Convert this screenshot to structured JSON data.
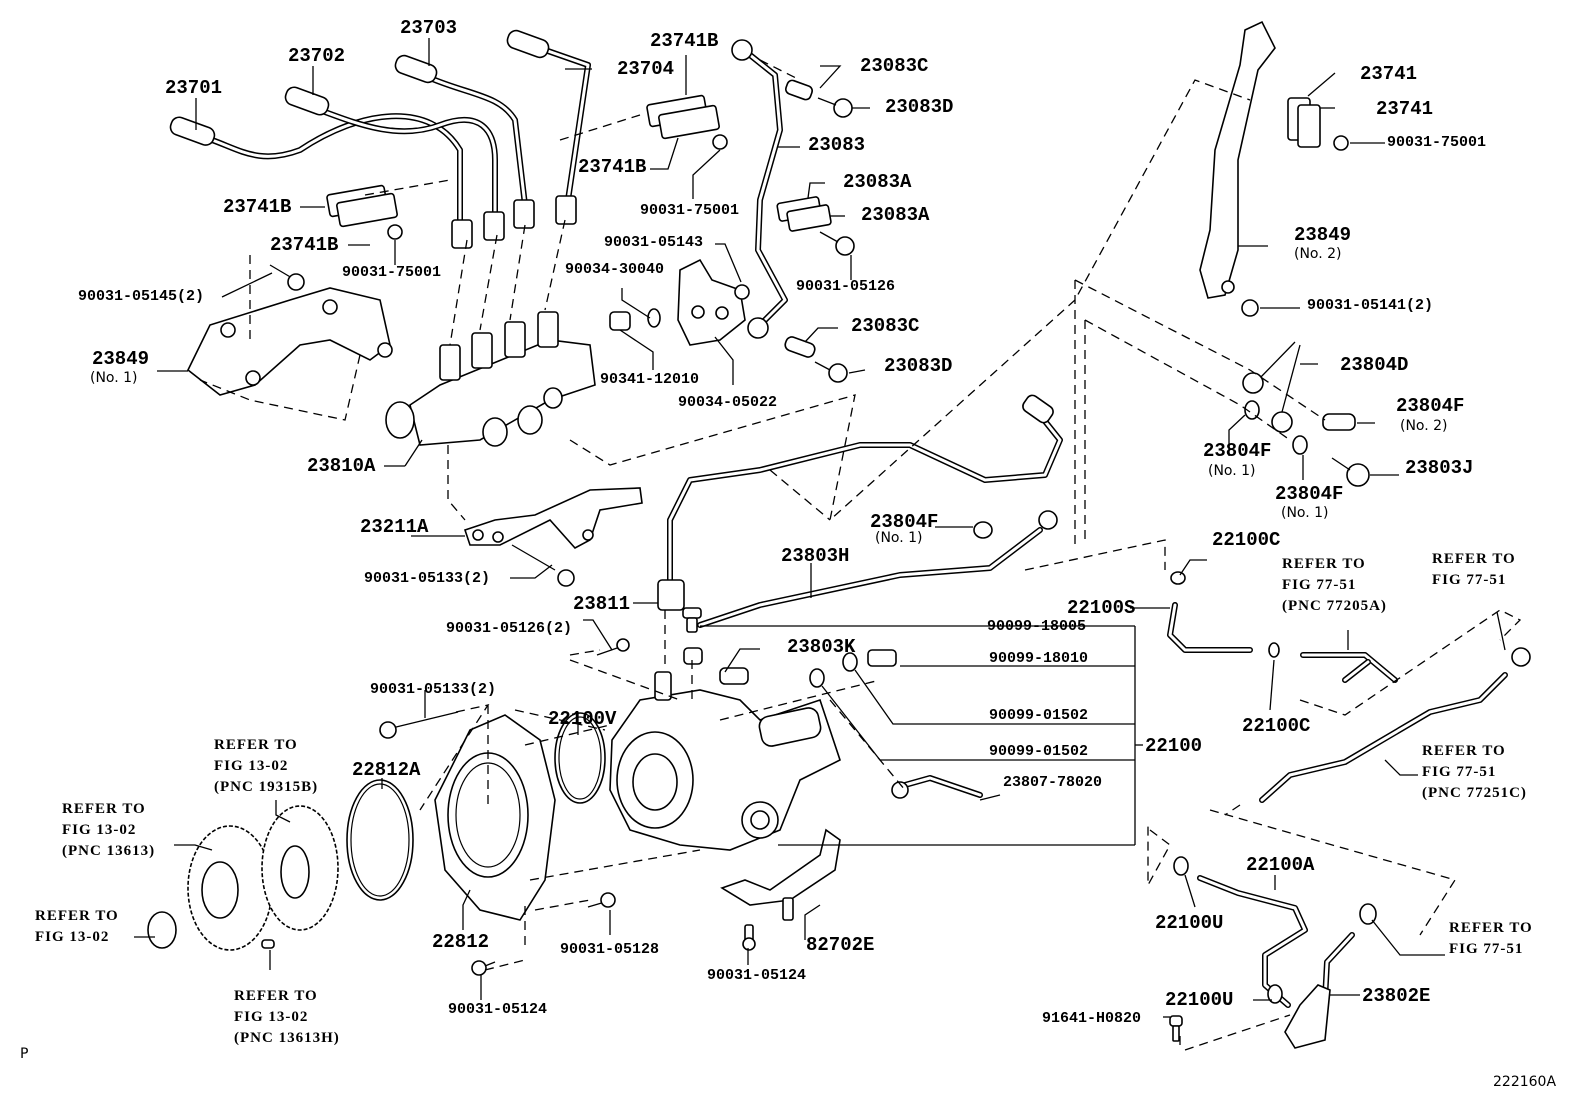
{
  "diagram": {
    "title": "Injection pump assembly – exploded parts view",
    "figure_id": "222160A",
    "corner_mark": "P",
    "callouts": [
      {
        "id": "c-23701",
        "text": "23701"
      },
      {
        "id": "c-23702",
        "text": "23702"
      },
      {
        "id": "c-23703",
        "text": "23703"
      },
      {
        "id": "c-23704",
        "text": "23704"
      },
      {
        "id": "c-23741B-top",
        "text": "23741B"
      },
      {
        "id": "c-23741B-mid",
        "text": "23741B"
      },
      {
        "id": "c-23741B-left",
        "text": "23741B"
      },
      {
        "id": "c-23741B-left2",
        "text": "23741B"
      },
      {
        "id": "c-90031-75001-a",
        "text": "90031-75001"
      },
      {
        "id": "c-90031-75001-b",
        "text": "90031-75001"
      },
      {
        "id": "c-90031-75001-c",
        "text": "90031-75001"
      },
      {
        "id": "c-90031-05145",
        "text": "90031-05145(2)"
      },
      {
        "id": "c-23849-1",
        "text": "23849",
        "sub": "(No. 1)"
      },
      {
        "id": "c-23810A",
        "text": "23810A"
      },
      {
        "id": "c-23083C-a",
        "text": "23083C"
      },
      {
        "id": "c-23083D-a",
        "text": "23083D"
      },
      {
        "id": "c-23083",
        "text": "23083"
      },
      {
        "id": "c-23083A-a",
        "text": "23083A"
      },
      {
        "id": "c-23083A-b",
        "text": "23083A"
      },
      {
        "id": "c-90031-05126",
        "text": "90031-05126"
      },
      {
        "id": "c-23083C-b",
        "text": "23083C"
      },
      {
        "id": "c-23083D-b",
        "text": "23083D"
      },
      {
        "id": "c-90031-05143",
        "text": "90031-05143"
      },
      {
        "id": "c-90034-30040",
        "text": "90034-30040"
      },
      {
        "id": "c-90341-12010",
        "text": "90341-12010"
      },
      {
        "id": "c-90034-05022",
        "text": "90034-05022"
      },
      {
        "id": "c-23741-a",
        "text": "23741"
      },
      {
        "id": "c-23741-b",
        "text": "23741"
      },
      {
        "id": "c-23849-2",
        "text": "23849",
        "sub": "(No. 2)"
      },
      {
        "id": "c-90031-05141",
        "text": "90031-05141(2)"
      },
      {
        "id": "c-23804D",
        "text": "23804D"
      },
      {
        "id": "c-23804F-no2",
        "text": "23804F",
        "sub": "(No. 2)"
      },
      {
        "id": "c-23804F-no1-a",
        "text": "23804F",
        "sub": "(No. 1)"
      },
      {
        "id": "c-23804F-no1-b",
        "text": "23804F",
        "sub": "(No. 1)"
      },
      {
        "id": "c-23803J",
        "text": "23803J"
      },
      {
        "id": "c-23804F-no1-c",
        "text": "23804F",
        "sub": "(No. 1)"
      },
      {
        "id": "c-23211A",
        "text": "23211A"
      },
      {
        "id": "c-90031-05133-a",
        "text": "90031-05133(2)"
      },
      {
        "id": "c-23811",
        "text": "23811"
      },
      {
        "id": "c-23803H",
        "text": "23803H"
      },
      {
        "id": "c-90031-05126-2",
        "text": "90031-05126(2)"
      },
      {
        "id": "c-23803K",
        "text": "23803K"
      },
      {
        "id": "c-90031-05133-b",
        "text": "90031-05133(2)"
      },
      {
        "id": "c-22100V",
        "text": "22100V"
      },
      {
        "id": "c-22812A",
        "text": "22812A"
      },
      {
        "id": "c-22812",
        "text": "22812"
      },
      {
        "id": "c-90031-05128",
        "text": "90031-05128"
      },
      {
        "id": "c-90031-05124-a",
        "text": "90031-05124"
      },
      {
        "id": "c-90031-05124-b",
        "text": "90031-05124"
      },
      {
        "id": "c-82702E",
        "text": "82702E"
      },
      {
        "id": "c-90099-18005",
        "text": "90099-18005"
      },
      {
        "id": "c-90099-18010",
        "text": "90099-18010"
      },
      {
        "id": "c-90099-01502-a",
        "text": "90099-01502"
      },
      {
        "id": "c-90099-01502-b",
        "text": "90099-01502"
      },
      {
        "id": "c-22100",
        "text": "22100"
      },
      {
        "id": "c-23807-78020",
        "text": "23807-78020"
      },
      {
        "id": "c-22100C-a",
        "text": "22100C"
      },
      {
        "id": "c-22100S",
        "text": "22100S"
      },
      {
        "id": "c-22100C-b",
        "text": "22100C"
      },
      {
        "id": "c-22100A",
        "text": "22100A"
      },
      {
        "id": "c-22100U-a",
        "text": "22100U"
      },
      {
        "id": "c-22100U-b",
        "text": "22100U"
      },
      {
        "id": "c-23802E",
        "text": "23802E"
      },
      {
        "id": "c-91641-H0820",
        "text": "91641-H0820"
      }
    ],
    "references": [
      {
        "id": "r-77205A",
        "text": "REFER TO\nFIG 77-51\n(PNC 77205A)"
      },
      {
        "id": "r-77-51-top",
        "text": "REFER TO\nFIG 77-51"
      },
      {
        "id": "r-77251C",
        "text": "REFER TO\nFIG 77-51\n(PNC 77251C)"
      },
      {
        "id": "r-77-51-bot",
        "text": "REFER TO\nFIG 77-51"
      },
      {
        "id": "r-19315B",
        "text": "REFER TO\nFIG 13-02\n(PNC 19315B)"
      },
      {
        "id": "r-13613",
        "text": "REFER TO\nFIG 13-02\n(PNC 13613)"
      },
      {
        "id": "r-13-02",
        "text": "REFER TO\nFIG 13-02"
      },
      {
        "id": "r-13613H",
        "text": "REFER TO\nFIG 13-02\n(PNC 13613H)"
      }
    ]
  }
}
